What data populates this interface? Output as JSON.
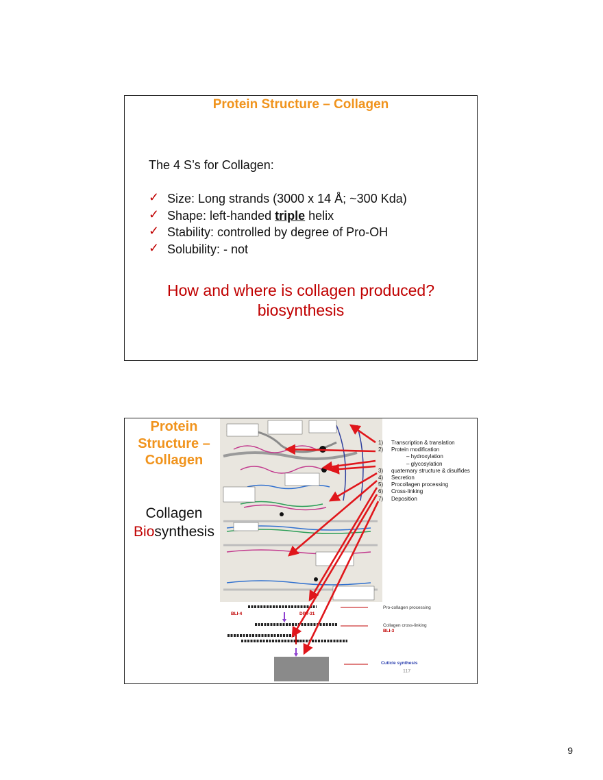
{
  "slide1": {
    "title": "Protein Structure – Collagen",
    "intro": "The 4 S’s for Collagen:",
    "bullets": [
      {
        "check": "✓",
        "text": "Size:  Long strands (3000 x 14 Å; ~300 Kda)"
      },
      {
        "check": "✓",
        "pre": "Shape: left-handed ",
        "emph": "triple",
        "post": " helix"
      },
      {
        "check": "✓",
        "text": "Stability:  controlled by degree of Pro-OH"
      },
      {
        "check": "✓",
        "text": "Solubility: - not"
      }
    ],
    "question_line1": "How and where is collagen produced?",
    "question_line2": "biosynthesis"
  },
  "slide2": {
    "title": "Protein Structure – Collagen",
    "subtitle_red": "Bio",
    "subtitle_rest": "synthesis",
    "subtitle_first": "Collagen",
    "steps": [
      {
        "num": "1)",
        "text": "Transcription & translation"
      },
      {
        "num": "2)",
        "text": "Protein modification"
      },
      {
        "sub": "–  hydroxylation"
      },
      {
        "sub": "–  glycosylation"
      },
      {
        "num": "3)",
        "text": "quaternary structure & disulfides"
      },
      {
        "num": "4)",
        "text": "Secretion"
      },
      {
        "num": "5)",
        "text": "Procollagen processing"
      },
      {
        "num": "6)",
        "text": "Cross-linking"
      },
      {
        "num": "7)",
        "text": "Deposition"
      }
    ],
    "captions": {
      "procollagen_processing": "Pro-collagen processing",
      "cross_linking": "Collagen cross-linking",
      "bli3": "BLI-3",
      "bli4": "BLI-4",
      "dpy": "DPY-31",
      "cuticle": "Cuticle synthesis",
      "page_ref": "117"
    }
  },
  "page_number": "9",
  "colors": {
    "title_orange": "#f0931c",
    "accent_red": "#c00000",
    "blue": "#2b3fae"
  }
}
